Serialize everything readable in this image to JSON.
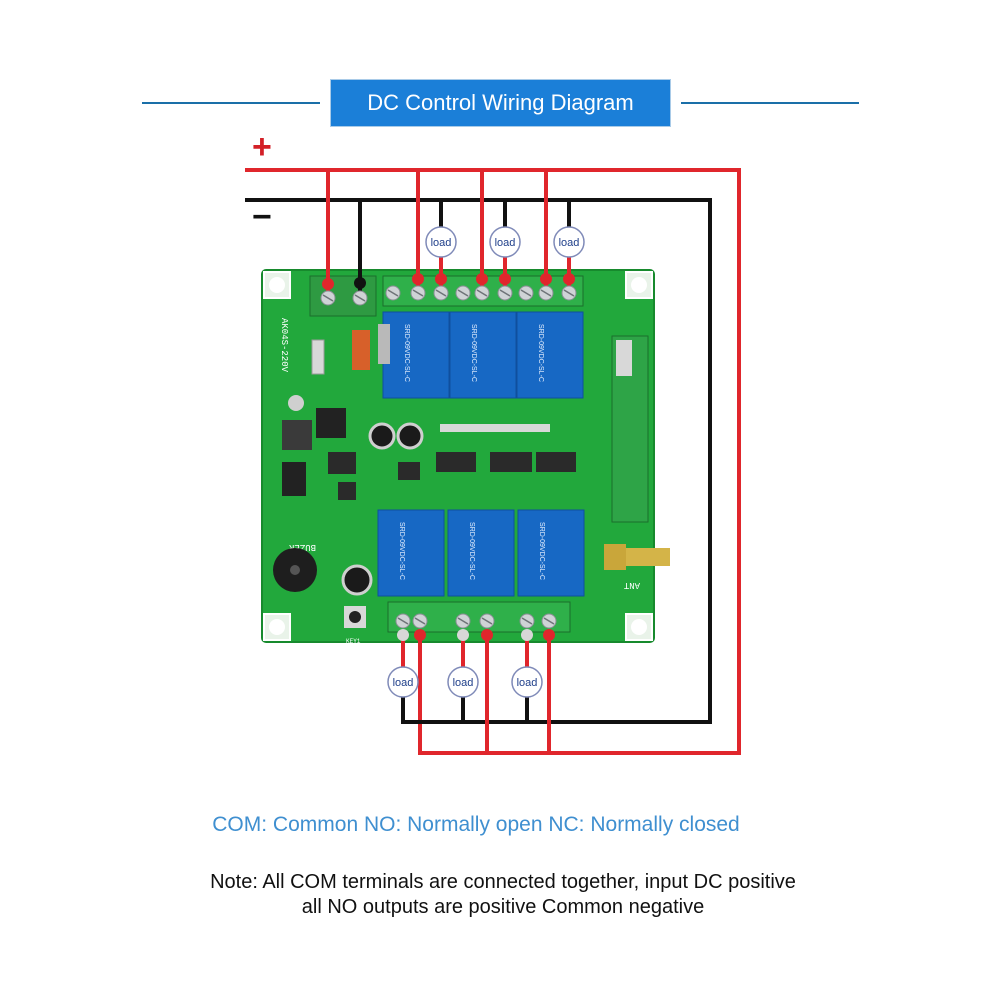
{
  "title": "DC Control Wiring Diagram",
  "supply": {
    "positive_sign": "+",
    "negative_sign": "−"
  },
  "load_label": "load",
  "board": {
    "model_text": "AK04S-220V",
    "relay_model": "SRD-09VDC-SL-C",
    "buzzer_label": "BUZER",
    "antenna_label": "ANT",
    "key_label": "KEY1"
  },
  "legend": "COM: Common NO: Normally open NC: Normally closed",
  "note": {
    "line1": "Note: All COM terminals are connected together, input DC positive",
    "line2": "all NO outputs are positive Common negative"
  },
  "colors": {
    "positive_wire": "#e0262c",
    "negative_wire": "#111111",
    "pcb": "#1fa53a",
    "relay": "#1768c4",
    "title_bg": "#1b7fd8",
    "legend_text": "#3f8fd0"
  }
}
